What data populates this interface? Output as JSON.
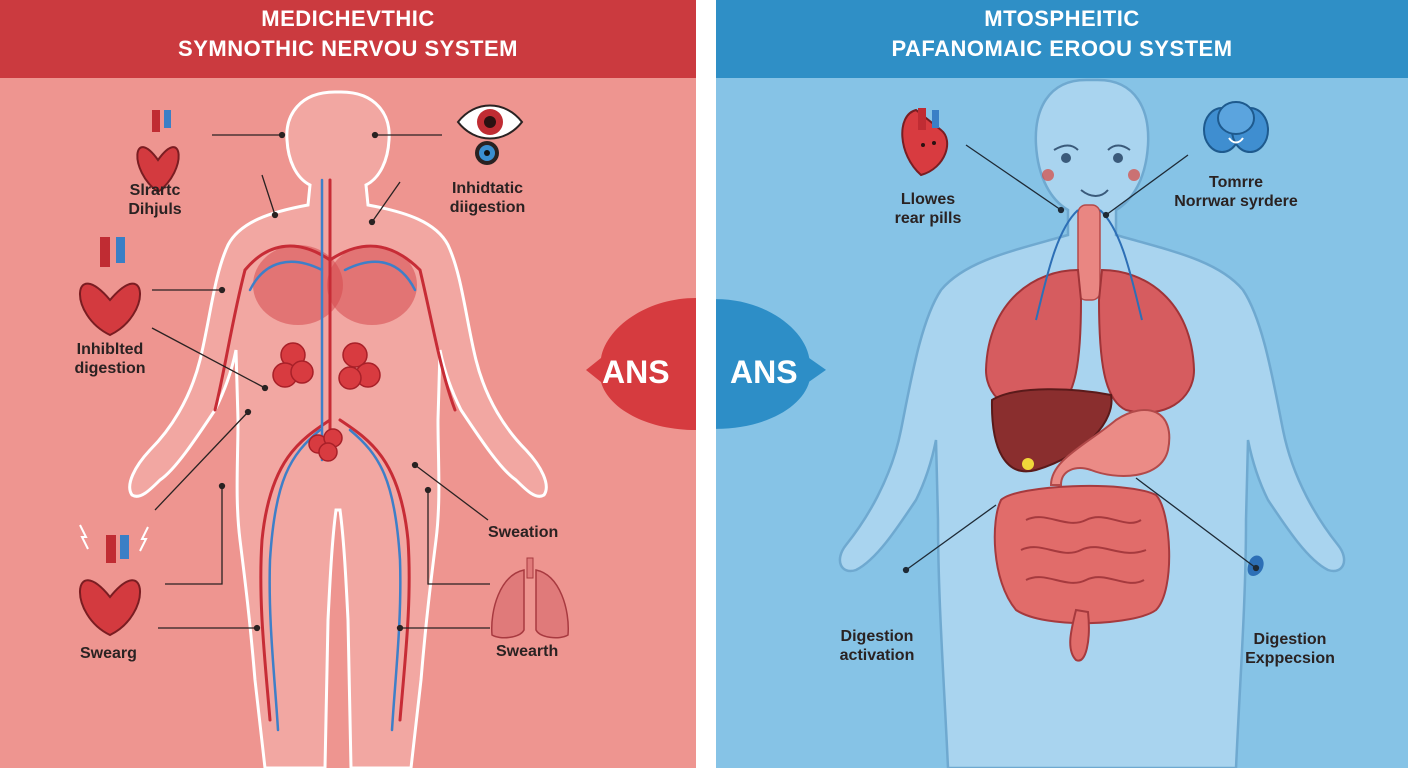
{
  "left": {
    "title_line1": "MEDICHEVTHIC",
    "title_line2": "SYMNOTHIC NERVOU SYSTEM",
    "labels": {
      "a_line1": "Slrartc",
      "a_line2": "Dihjuls",
      "b_line1": "Inhidtatic",
      "b_line2": "diigestion",
      "c_line1": "Inhiblted",
      "c_line2": "digestion",
      "d": "Sweation",
      "e": "Swearg",
      "f": "Swearth"
    },
    "badge": "ANS",
    "colors": {
      "header": "#cb3a3f",
      "background": "#ee9590",
      "accent": "#d63b3f"
    }
  },
  "right": {
    "title_line1": "MTOSPHEITIC",
    "title_line2": "PAFANOMAIC EROOU SYSTEM",
    "labels": {
      "a_line1": "Llowes",
      "a_line2": "rear pills",
      "b_line1": "Tomrre",
      "b_line2": "Norrwar syrdere",
      "c_line1": "Digestion",
      "c_line2": "activation",
      "d_line1": "Digestion",
      "d_line2": "Exppecsion"
    },
    "badge": "ANS",
    "colors": {
      "header": "#2f8fc6",
      "background": "#86c3e6",
      "accent": "#2d8ec7"
    }
  }
}
